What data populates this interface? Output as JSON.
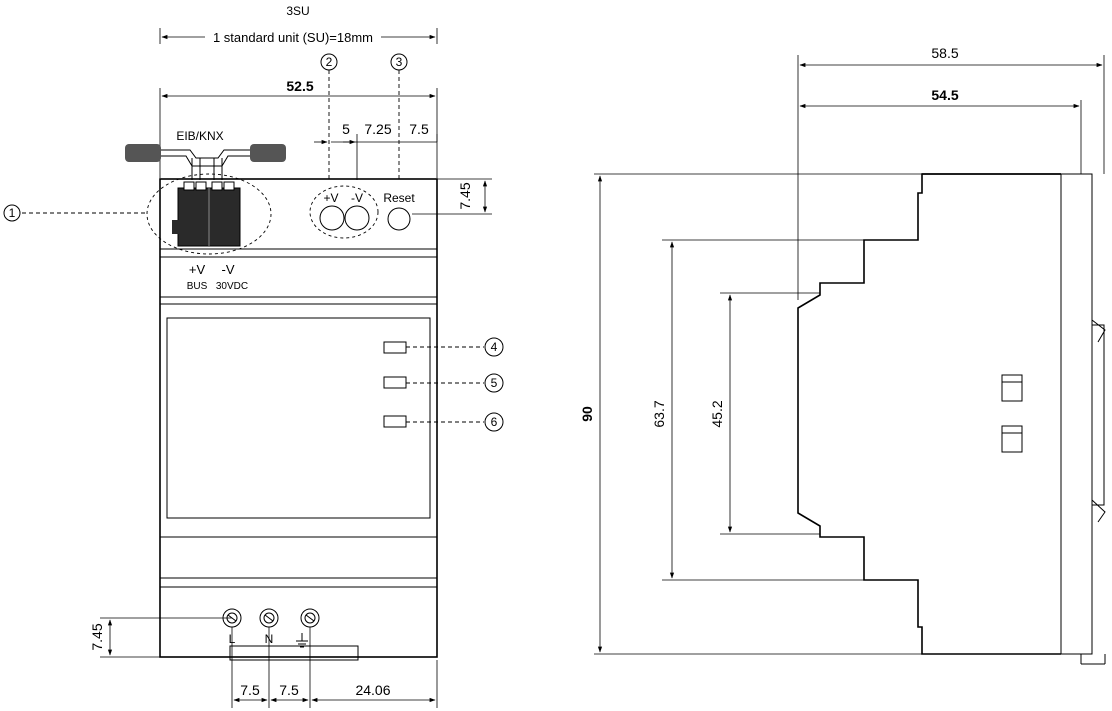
{
  "front_view": {
    "top_label": "3SU",
    "standard_unit_label": "1 standard unit (SU)=18mm",
    "width_dim": "52.5",
    "terminal_spacing": [
      "5",
      "7.25",
      "7.5"
    ],
    "side_offset_top": "7.45",
    "side_offset_bottom": "7.45",
    "bottom_dims": [
      "7.5",
      "7.5",
      "24.06"
    ],
    "bus_connector_label": "EIB/KNX",
    "bus_terminal_labels": {
      "plus": "+V",
      "minus": "-V",
      "bus": "BUS",
      "voltage": "30VDC"
    },
    "output_labels": {
      "plus": "+V",
      "minus": "-V",
      "reset": "Reset"
    },
    "input_labels": {
      "line": "L",
      "neutral": "N"
    },
    "callouts": [
      "1",
      "2",
      "3",
      "4",
      "5",
      "6"
    ]
  },
  "side_view": {
    "depth_total": "58.5",
    "depth_body": "54.5",
    "height_total": "90",
    "height_step": "63.7",
    "height_front": "45.2"
  }
}
